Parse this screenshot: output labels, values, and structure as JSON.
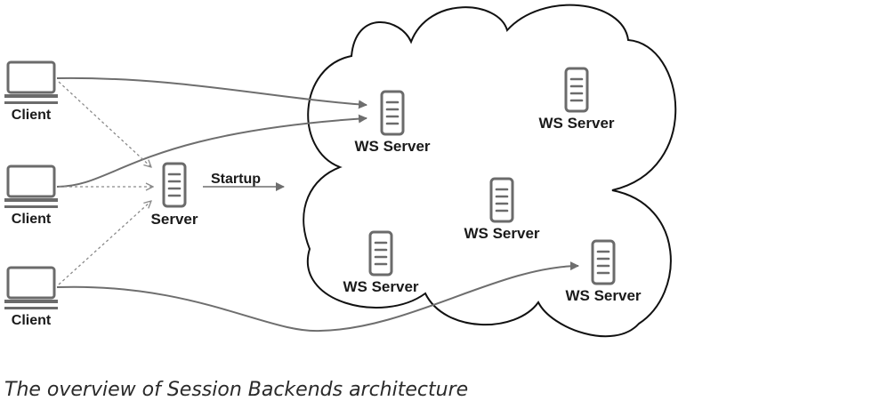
{
  "diagram": {
    "clients": [
      {
        "label": "Client"
      },
      {
        "label": "Client"
      },
      {
        "label": "Client"
      }
    ],
    "server": {
      "label": "Server"
    },
    "startup_edge": {
      "label": "Startup"
    },
    "ws_servers": [
      {
        "label": "WS Server"
      },
      {
        "label": "WS Server"
      },
      {
        "label": "WS Server"
      },
      {
        "label": "WS Server"
      },
      {
        "label": "WS Server"
      }
    ],
    "icons": [
      "laptop-icon",
      "server-icon",
      "cloud-shape"
    ],
    "colors": {
      "stroke": "#111111",
      "icon": "#6b6b6b",
      "edge": "#6e6e6e",
      "text": "#1a1a1a"
    }
  },
  "caption": "The overview of Session Backends architecture"
}
